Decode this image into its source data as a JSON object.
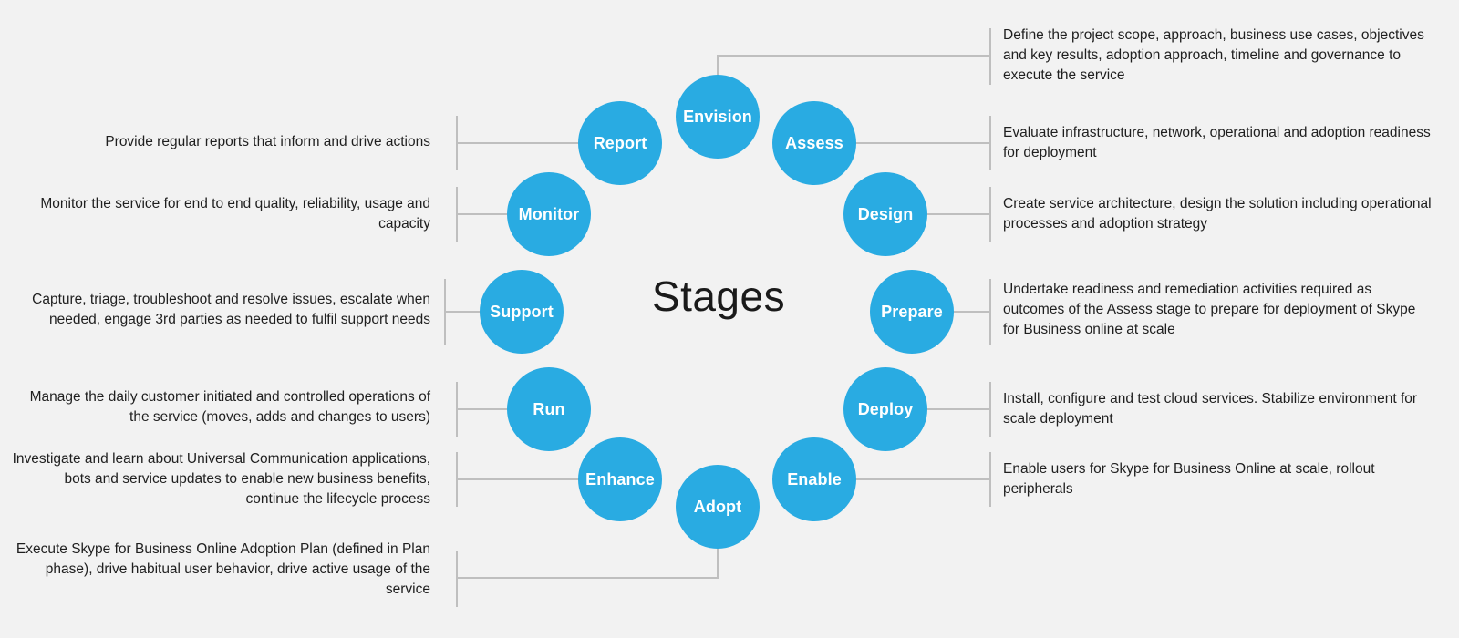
{
  "diagram": {
    "title": "Stages",
    "background_color": "#f2f2f2",
    "node_color": "#29abe2",
    "node_label_color": "#ffffff",
    "connector_color": "#bfbfbf",
    "text_color": "#1f1f1f"
  },
  "stages": [
    {
      "id": "envision",
      "label": "Envision",
      "side": "right",
      "description": "Define the project scope, approach, business use cases, objectives and key results, adoption approach, timeline and governance to execute the service"
    },
    {
      "id": "assess",
      "label": "Assess",
      "side": "right",
      "description": "Evaluate infrastructure, network, operational and adoption readiness for deployment"
    },
    {
      "id": "design",
      "label": "Design",
      "side": "right",
      "description": "Create service architecture, design the solution including operational processes and adoption strategy"
    },
    {
      "id": "prepare",
      "label": "Prepare",
      "side": "right",
      "description": "Undertake readiness and remediation activities required as outcomes of the Assess stage to prepare for deployment of Skype for Business online at scale"
    },
    {
      "id": "deploy",
      "label": "Deploy",
      "side": "right",
      "description": "Install, configure and test cloud services. Stabilize environment for scale deployment"
    },
    {
      "id": "enable",
      "label": "Enable",
      "side": "right",
      "description": "Enable users for Skype for Business Online at scale, rollout peripherals"
    },
    {
      "id": "adopt",
      "label": "Adopt",
      "side": "left",
      "description": "Execute Skype for Business Online Adoption Plan (defined in Plan phase), drive habitual user behavior, drive active usage of the service"
    },
    {
      "id": "enhance",
      "label": "Enhance",
      "side": "left",
      "description": "Investigate and learn about Universal Communication applications, bots and service updates to enable new business benefits, continue the lifecycle process"
    },
    {
      "id": "run",
      "label": "Run",
      "side": "left",
      "description": "Manage the daily customer initiated and controlled operations of the service (moves, adds and changes to users)"
    },
    {
      "id": "support",
      "label": "Support",
      "side": "left",
      "description": "Capture, triage, troubleshoot and resolve issues, escalate when needed, engage 3rd parties as needed to fulfil support needs"
    },
    {
      "id": "monitor",
      "label": "Monitor",
      "side": "left",
      "description": "Monitor the service for end to end quality, reliability, usage and capacity"
    },
    {
      "id": "report",
      "label": "Report",
      "side": "left",
      "description": "Provide regular reports that inform and drive actions"
    }
  ]
}
